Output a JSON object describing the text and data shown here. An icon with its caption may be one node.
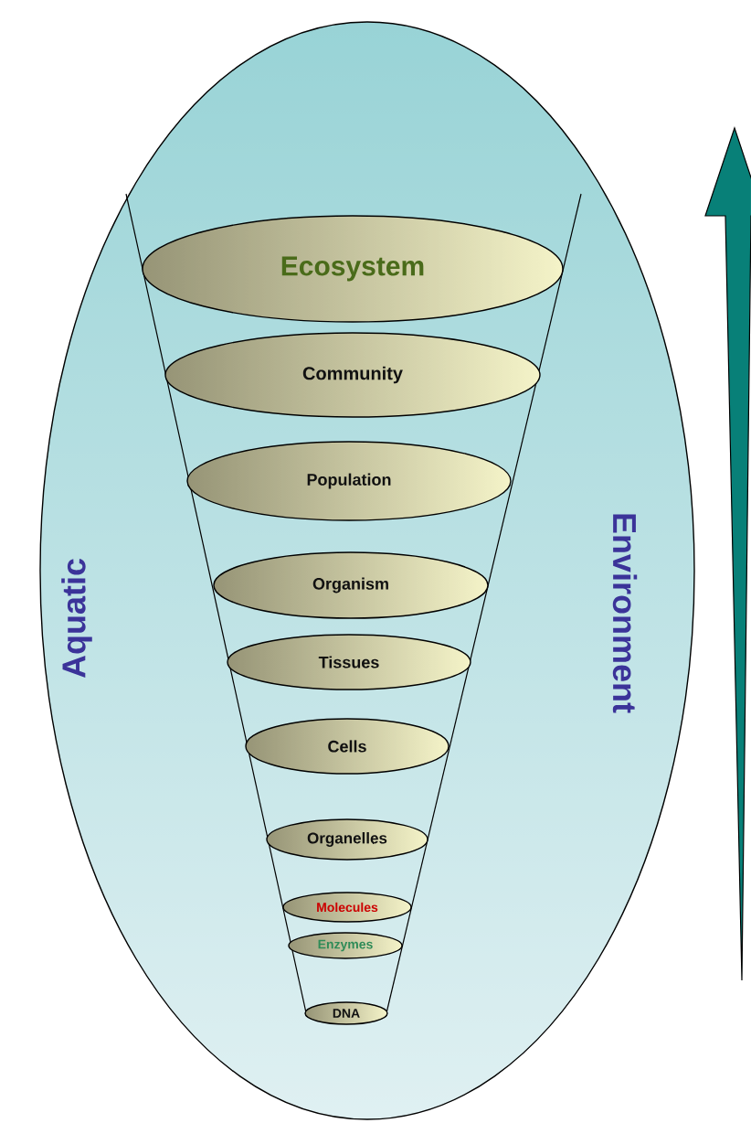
{
  "diagram": {
    "nodes": [
      {
        "text": [
          "Aquatic",
          "Environment"
        ]
      },
      {
        "text": [
          "Ecosystem"
        ],
        "in": 0
      },
      {
        "text": [
          "Community"
        ],
        "in": 0
      },
      {
        "text": [
          "Population"
        ],
        "in": 0
      },
      {
        "text": [
          "Organism"
        ],
        "in": 0
      },
      {
        "text": [
          "Tissues"
        ],
        "in": 0
      },
      {
        "text": [
          "Cells"
        ],
        "in": 0
      },
      {
        "text": [
          "Organelles"
        ],
        "in": 0
      },
      {
        "text": [
          "Molecules"
        ],
        "in": 0
      },
      {
        "text": [
          "Enzymes"
        ],
        "in": 0
      },
      {
        "text": [
          "DNA"
        ],
        "in": 0
      }
    ]
  }
}
